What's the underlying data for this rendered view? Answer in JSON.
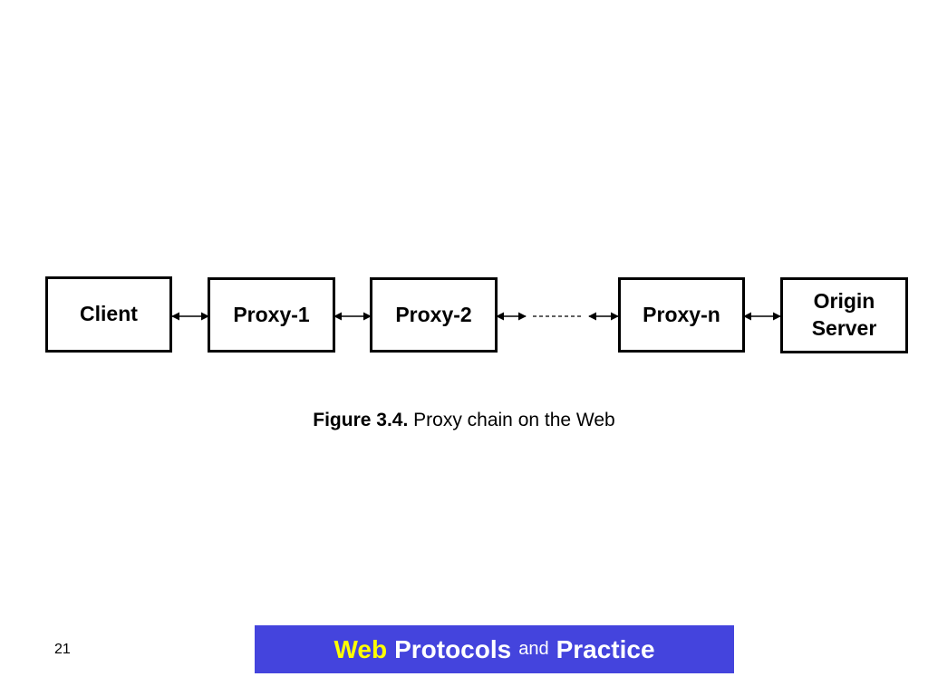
{
  "diagram": {
    "nodes": [
      {
        "id": "client",
        "label": "Client"
      },
      {
        "id": "proxy-1",
        "label": "Proxy-1"
      },
      {
        "id": "proxy-2",
        "label": "Proxy-2"
      },
      {
        "id": "proxy-n",
        "label": "Proxy-n"
      },
      {
        "id": "origin-server",
        "label": "Origin\nServer"
      }
    ],
    "edges": [
      {
        "from": "client",
        "to": "proxy-1",
        "style": "bidirectional"
      },
      {
        "from": "proxy-1",
        "to": "proxy-2",
        "style": "bidirectional"
      },
      {
        "from": "proxy-2",
        "to": "proxy-n",
        "style": "bidirectional-dashed"
      },
      {
        "from": "proxy-n",
        "to": "origin-server",
        "style": "bidirectional"
      }
    ]
  },
  "caption": {
    "label": "Figure 3.4.",
    "text": "Proxy chain on the Web"
  },
  "page_number": "21",
  "footer": {
    "word1": "Web",
    "word2": "Protocols",
    "word3": "and",
    "word4": "Practice",
    "background_color": "#4444dd",
    "highlight_color": "#ffff00",
    "text_color": "#ffffff"
  }
}
